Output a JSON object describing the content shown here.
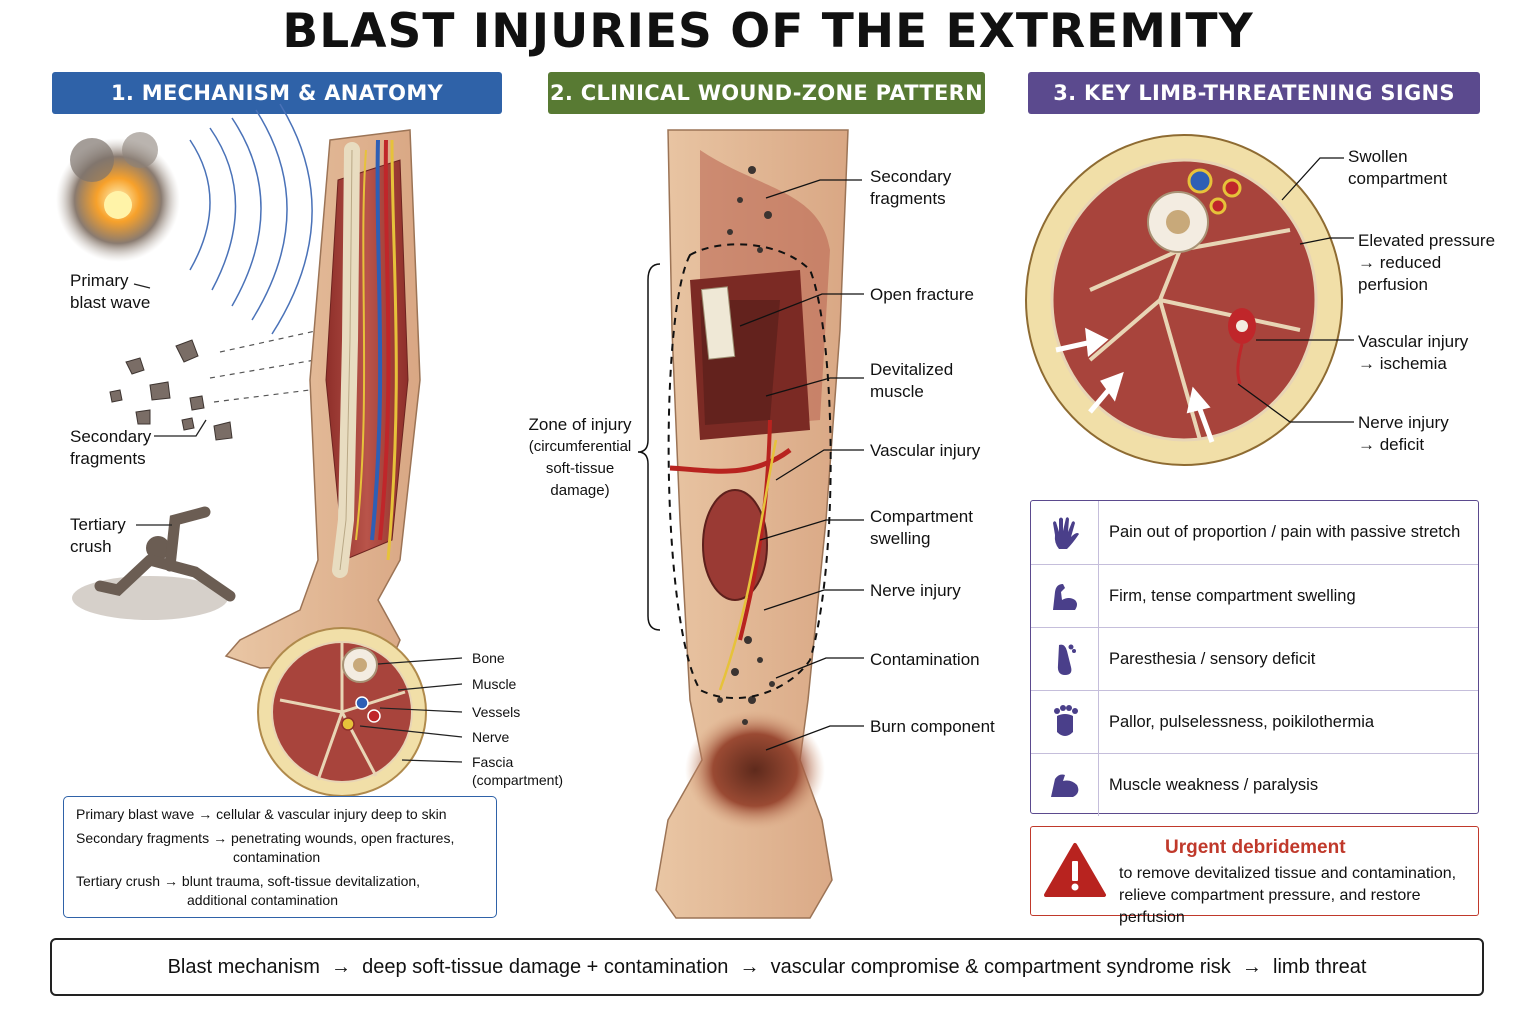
{
  "title": "BLAST INJURIES OF THE EXTREMITY",
  "headers": {
    "h1": "1. MECHANISM & ANATOMY",
    "h2": "2. CLINICAL WOUND-ZONE PATTERN",
    "h3": "3. KEY LIMB-THREATENING SIGNS"
  },
  "mechanism": {
    "primary": [
      "Primary",
      "blast wave"
    ],
    "secondary": [
      "Secondary",
      "fragments"
    ],
    "tertiary": [
      "Tertiary",
      "crush"
    ],
    "cross_section": [
      "Bone",
      "Muscle",
      "Vessels",
      "Nerve",
      "Fascia",
      "(compartment)"
    ],
    "summary": [
      {
        "term": "Primary blast wave",
        "text": "→ cellular & vascular injury deep to skin",
        "cont": ""
      },
      {
        "term": "Secondary fragments",
        "text": "→ penetrating wounds, open fractures,",
        "cont": "contamination"
      },
      {
        "term": "Tertiary crush",
        "text": "→ blunt trauma, soft-tissue devitalization,",
        "cont": "additional contamination"
      }
    ]
  },
  "wound_zone": {
    "zone_label": [
      "Zone of injury",
      "(circumferential",
      "soft-tissue",
      "damage)"
    ],
    "labels": [
      [
        "Secondary",
        "fragments"
      ],
      [
        "Open fracture"
      ],
      [
        "Devitalized",
        "muscle"
      ],
      [
        "Vascular injury"
      ],
      [
        "Compartment",
        "swelling"
      ],
      [
        "Nerve injury"
      ],
      [
        "Contamination"
      ],
      [
        "Burn component"
      ]
    ]
  },
  "signs": {
    "cross_labels": [
      [
        "Swollen",
        "compartment"
      ],
      [
        "Elevated pressure",
        "→ reduced",
        "perfusion"
      ],
      [
        "Vascular injury",
        "→ ischemia"
      ],
      [
        "Nerve injury",
        "→ deficit"
      ]
    ],
    "list": [
      {
        "icon": "hand-icon",
        "text": "Pain out of proportion / pain with passive stretch"
      },
      {
        "icon": "flexed-arm-icon",
        "text": "Firm, tense compartment swelling"
      },
      {
        "icon": "foot-icon",
        "text": "Paresthesia / sensory deficit"
      },
      {
        "icon": "foot-print-icon",
        "text": "Pallor, pulselessness, poikilothermia"
      },
      {
        "icon": "bicep-icon",
        "text": "Muscle weakness / paralysis"
      }
    ],
    "urgent_title": "Urgent debridement",
    "urgent_text": [
      "to remove devitalized tissue and contamination,",
      "relieve compartment pressure, and restore perfusion"
    ]
  },
  "bottom_flow": "Blast mechanism  →  deep soft-tissue damage + contamination  →  vascular compromise & compartment syndrome risk  →  limb threat",
  "colors": {
    "blue": "#2f62a8",
    "green": "#587a33",
    "purple": "#5b4a8e",
    "red": "#c0392b",
    "muscle": "#a8443c",
    "fat": "#f1dfa8"
  }
}
